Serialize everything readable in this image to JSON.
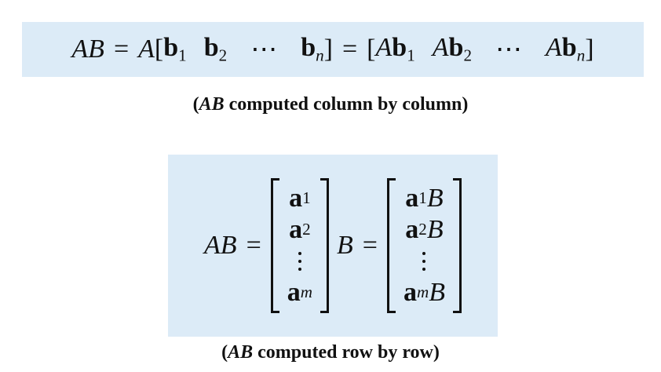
{
  "top_equation": {
    "lhs": "AB",
    "eq1": "=",
    "A": "A",
    "lbr": "[",
    "b": "b",
    "s1": "1",
    "s2": "2",
    "sn": "n",
    "dots": "⋯",
    "rbr": "]",
    "eq2": "=",
    "Ab_A": "A"
  },
  "top_caption": {
    "open": "(",
    "ab": "AB",
    "rest": " computed column by column)"
  },
  "bottom_equation": {
    "lhs": "AB",
    "eq1": "=",
    "a": "a",
    "s1": "1",
    "s2": "2",
    "sm": "m",
    "B": "B",
    "eq2": "="
  },
  "bottom_caption": {
    "open": "(",
    "ab": "AB",
    "rest": " computed row by row)"
  }
}
